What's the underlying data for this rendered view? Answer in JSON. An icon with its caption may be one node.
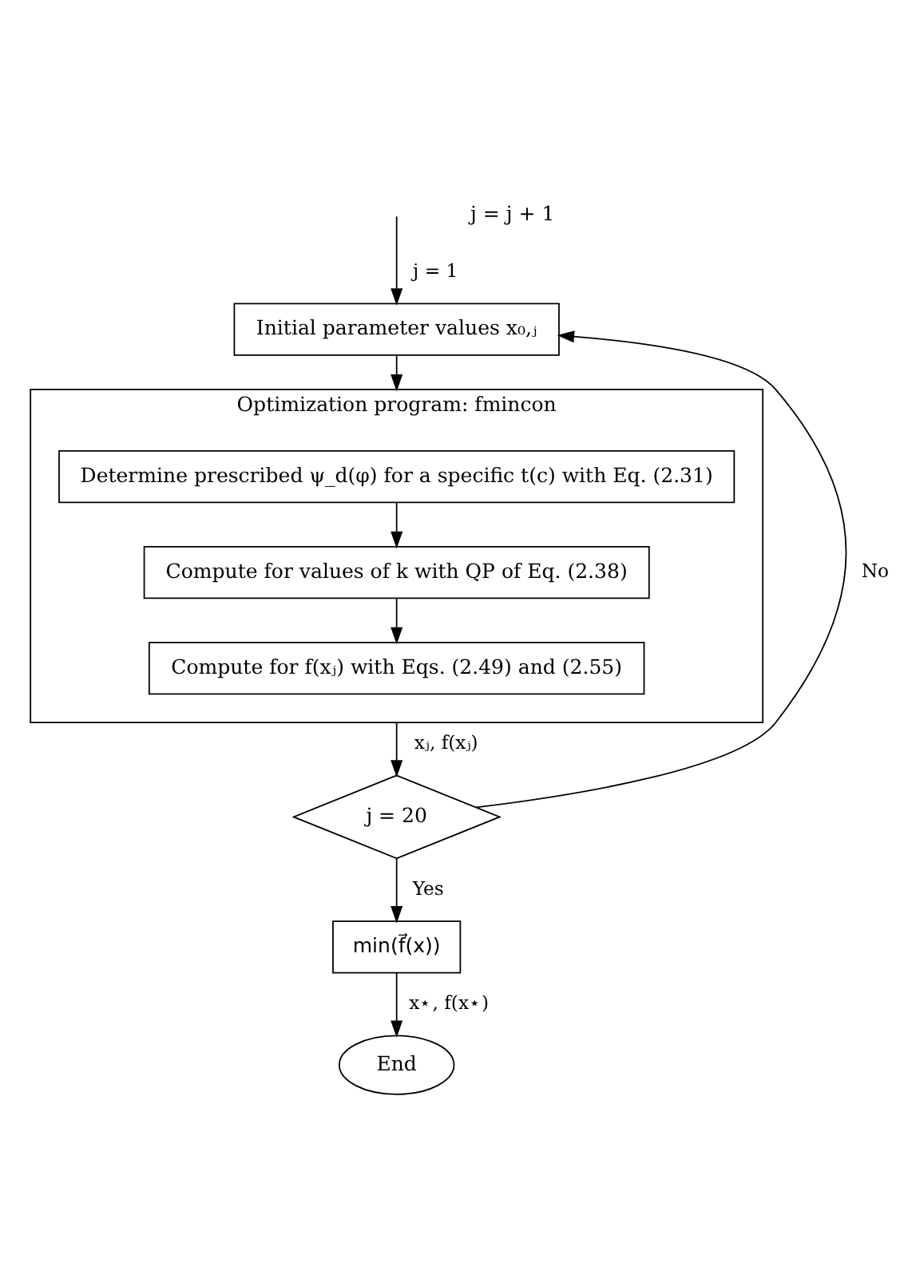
{
  "diagram": {
    "nodes": [
      {
        "text": [
          "Initial parameter values x₀,ⱼ"
        ]
      },
      {
        "text": [
          "Optimization program: fmincon"
        ]
      },
      {
        "text": [
          "Determine prescribed ψ_d(φ) for a specific t(c) with Eq. (2.31)"
        ],
        "in": 1
      },
      {
        "text": [
          "Compute for values of k with QP of Eq. (2.38)"
        ],
        "in": 1
      },
      {
        "text": [
          "Compute for f(xⱼ) with Eqs. (2.49) and (2.55)"
        ],
        "in": 1
      },
      {
        "text": [
          "j = 20"
        ]
      },
      {
        "text": [
          "min(f⃗(x))"
        ]
      },
      {
        "text": [
          "End"
        ]
      }
    ],
    "edges": [
      {
        "from": null,
        "to": 0,
        "arrow": "to",
        "label": "j = 1"
      },
      {
        "from": 0,
        "to": 1,
        "arrow": "to"
      },
      {
        "from": 2,
        "to": 3,
        "arrow": "to"
      },
      {
        "from": 3,
        "to": 4,
        "arrow": "to"
      },
      {
        "from": 1,
        "to": 5,
        "arrow": "to",
        "label": "xⱼ, f(xⱼ)"
      },
      {
        "from": 5,
        "to": 0,
        "arrow": "to",
        "label": "No"
      },
      {
        "from": 5,
        "to": 6,
        "arrow": "to",
        "label": "Yes"
      },
      {
        "from": 6,
        "to": 7,
        "arrow": "to",
        "label": "x⋆, f(x⋆)"
      }
    ],
    "labels": [
      "j = j + 1"
    ]
  }
}
